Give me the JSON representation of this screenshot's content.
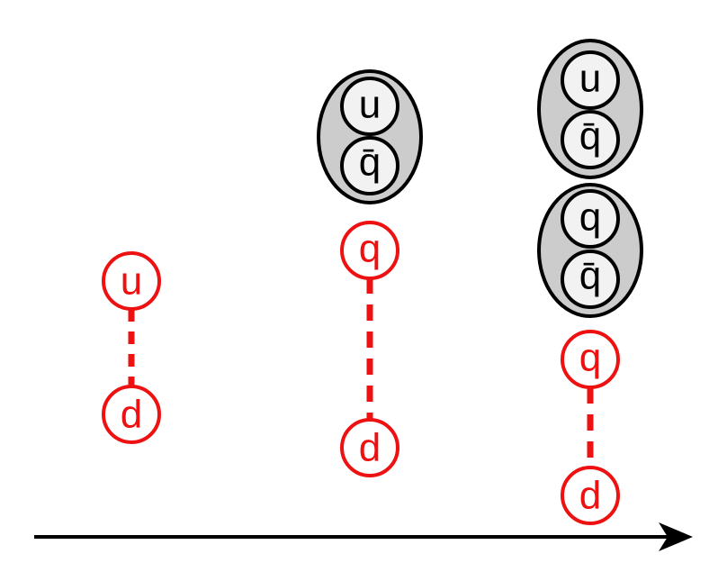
{
  "colors": {
    "free_quark": "#ee1111",
    "bound_quark": "#000000",
    "meson_fill": "#cccccc",
    "quark_fill": "#f2f2f2",
    "string": "#ee1111",
    "arrow": "#000000"
  },
  "stages": [
    {
      "mesons": [],
      "string_pair": {
        "top": "u",
        "bottom": "d"
      }
    },
    {
      "mesons": [
        {
          "top": "u",
          "bottom": "q̄"
        }
      ],
      "string_pair": {
        "top": "q",
        "bottom": "d"
      }
    },
    {
      "mesons": [
        {
          "top": "u",
          "bottom": "q̄"
        },
        {
          "top": "q",
          "bottom": "q̄"
        }
      ],
      "string_pair": {
        "top": "q",
        "bottom": "d"
      }
    }
  ]
}
